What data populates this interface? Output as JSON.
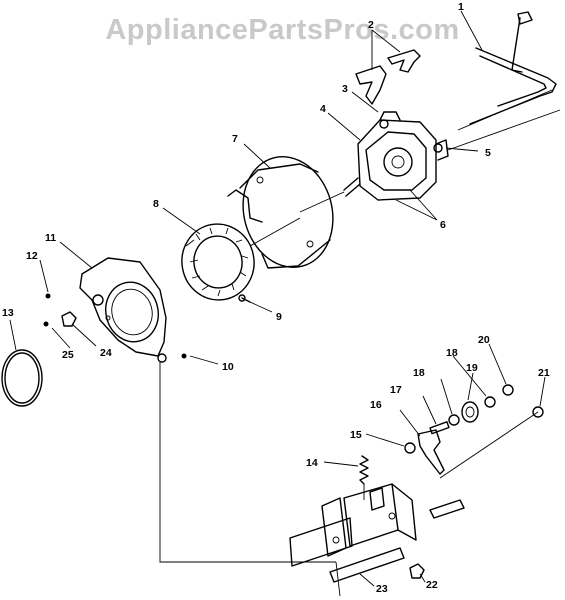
{
  "watermark": "AppliancePartsPros.com",
  "callouts": [
    "1",
    "2",
    "3",
    "4",
    "5",
    "6",
    "7",
    "8",
    "9",
    "10",
    "11",
    "12",
    "13",
    "14",
    "15",
    "16",
    "17",
    "18",
    "18",
    "19",
    "20",
    "21",
    "22",
    "23",
    "24",
    "25"
  ],
  "colors": {
    "line": "#000000",
    "watermark": "#c9c9c9",
    "background": "#ffffff"
  }
}
